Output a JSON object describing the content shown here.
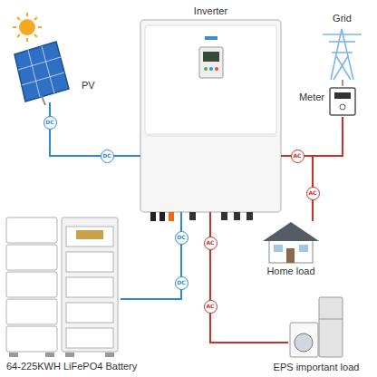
{
  "diagram": {
    "nodes": [
      {
        "text": [
          "Inverter"
        ]
      },
      {
        "text": [
          "PV"
        ]
      },
      {
        "text": [
          "Grid"
        ]
      },
      {
        "text": [
          "Meter"
        ]
      },
      {
        "text": [
          "Home load"
        ]
      },
      {
        "text": [
          "64-225KWH LiFePO4 Battery"
        ]
      },
      {
        "text": [
          "EPS important load"
        ]
      }
    ],
    "edges": [
      {
        "from": 1,
        "to": 0,
        "arrow": "none",
        "label": "DC"
      },
      {
        "from": 0,
        "to": 3,
        "arrow": "none",
        "label": "AC"
      },
      {
        "from": 3,
        "to": 2,
        "arrow": "none"
      },
      {
        "from": 0,
        "to": 4,
        "arrow": "none",
        "label": "AC"
      },
      {
        "from": 0,
        "to": 5,
        "arrow": "none",
        "label": "DC"
      },
      {
        "from": 0,
        "to": 6,
        "arrow": "none",
        "label": "AC"
      }
    ],
    "labels": [
      "DC",
      "DC",
      "AC"
    ]
  }
}
